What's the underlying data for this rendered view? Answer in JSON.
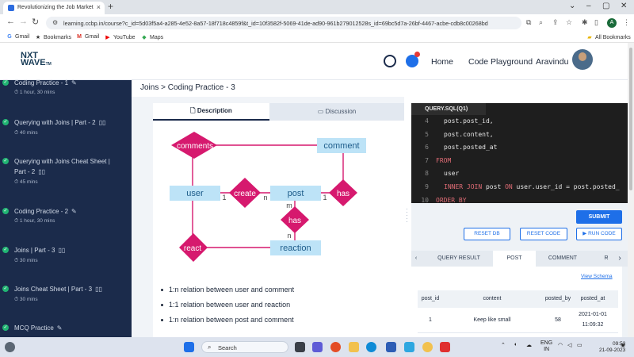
{
  "browser": {
    "tab_title": "Revolutionizing the Job Market",
    "url": "learning.ccbp.in/course?c_id=5d03f5a4-a285-4e52-8a57-18f718c4859f&t_id=10f3582f-5069-41de-ad90-961b279012528s_id=69bc5d7a-26bf-4467-acbe-cdb8c00268bd",
    "profile_letter": "A",
    "bookmarks": [
      {
        "label": "Gmail",
        "icon": "gmail-icon"
      },
      {
        "label": "Bookmarks",
        "icon": "star-icon"
      },
      {
        "label": "Gmail",
        "icon": "gmail-icon"
      },
      {
        "label": "YouTube",
        "icon": "youtube-icon"
      },
      {
        "label": "Maps",
        "icon": "maps-icon"
      }
    ],
    "all_bookmarks": "All Bookmarks"
  },
  "header": {
    "logo_line1": "NXT",
    "logo_line2": "WAVE",
    "logo_tm": "TM",
    "nav": [
      "Home",
      "Code Playground",
      "Aravindu"
    ]
  },
  "sidebar": {
    "items": [
      {
        "title": "Coding Practice - 1",
        "icon": "pencil-icon",
        "duration": "1 hour, 30 mins"
      },
      {
        "title": "Querying with Joins | Part - 2",
        "icon": "book-icon",
        "duration": "40 mins"
      },
      {
        "title": "Querying with Joins Cheat Sheet | Part - 2",
        "icon": "book-icon",
        "duration": "45 mins"
      },
      {
        "title": "Coding Practice - 2",
        "icon": "pencil-icon",
        "duration": "1 hour, 30 mins"
      },
      {
        "title": "Joins | Part - 3",
        "icon": "book-icon",
        "duration": "30 mins"
      },
      {
        "title": "Joins Cheat Sheet | Part - 3",
        "icon": "book-icon",
        "duration": "30 mins"
      },
      {
        "title": "MCQ Practice",
        "icon": "pencil-icon",
        "duration": ""
      }
    ]
  },
  "breadcrumb": "Joins > Coding Practice - 3",
  "content_tabs": {
    "description": "Description",
    "discussion": "Discussion"
  },
  "er_diagram": {
    "entities": [
      "user",
      "post",
      "comment",
      "reaction"
    ],
    "relations": [
      "comments",
      "create",
      "has",
      "has",
      "react"
    ],
    "cardinality": [
      "1",
      "n",
      "1",
      "m",
      "n"
    ]
  },
  "bullets": [
    "1:n relation between user and comment",
    "1:1 relation between user and reaction",
    "1:n relation between post and comment"
  ],
  "editor": {
    "file_tab": "QUERY.SQL(Q1)",
    "lines": [
      {
        "n": "4",
        "code": "post.post_id,",
        "kw": false
      },
      {
        "n": "5",
        "code": "post.content,",
        "kw": false
      },
      {
        "n": "6",
        "code": "post.posted_at",
        "kw": false
      },
      {
        "n": "7",
        "code": "FROM",
        "kw": true
      },
      {
        "n": "8",
        "code": "user",
        "kw": false
      },
      {
        "n": "9",
        "pre": "INNER JOIN",
        "code": " post ",
        "on": "ON",
        "rest": " user.user_id = post.posted_",
        "kw": false
      },
      {
        "n": "10",
        "code": "ORDER BY",
        "kw": true
      }
    ]
  },
  "actions": {
    "submit": "SUBMIT",
    "reset_db": "RESET DB",
    "reset_code": "RESET CODE",
    "run_code": "RUN CODE"
  },
  "result_tabs": [
    "QUERY RESULT",
    "POST",
    "COMMENT",
    "R"
  ],
  "view_schema": "View Schema",
  "table": {
    "columns": [
      "post_id",
      "content",
      "posted_by",
      "posted_at"
    ],
    "rows": [
      [
        "1",
        "Keep like small",
        "58",
        "2021-01-01",
        "11:09:32"
      ]
    ]
  },
  "taskbar": {
    "search": "Search",
    "lang": "ENG",
    "region": "IN",
    "time": "09:53",
    "date": "21-09-2023"
  },
  "colors": {
    "sidebar_bg": "#1b2b4b",
    "accent_blue": "#1e6fe8",
    "er_relation": "#d6196e",
    "er_entity": "#bde3f7",
    "complete_green": "#21b573"
  }
}
